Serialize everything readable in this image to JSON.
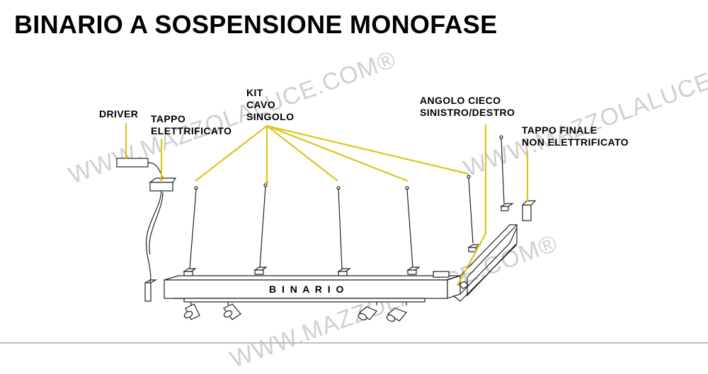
{
  "title": "BINARIO A SOSPENSIONE MONOFASE",
  "labels": {
    "driver": "DRIVER",
    "tappo_elettrificato": [
      "TAPPO",
      "ELETTRIFICATO"
    ],
    "kit_cavo_singolo": [
      "KIT",
      "CAVO",
      "SINGOLO"
    ],
    "angolo_cieco": [
      "ANGOLO CIECO",
      "SINISTRO/DESTRO"
    ],
    "tappo_finale": [
      "TAPPO FINALE",
      "NON ELETTRIFICATO"
    ],
    "binario": "B I N A R I O"
  },
  "watermark": {
    "text_1": "WWW.MAZZOLALUCE.COM®",
    "text_2": "WWW.MAZZOLALUCE.COM®",
    "text_3": "WWW.MAZZOLALUCE.COM®"
  },
  "colors": {
    "leader": "#e0c31c",
    "stroke": "#222222",
    "watermark": "#d0d0d0"
  }
}
